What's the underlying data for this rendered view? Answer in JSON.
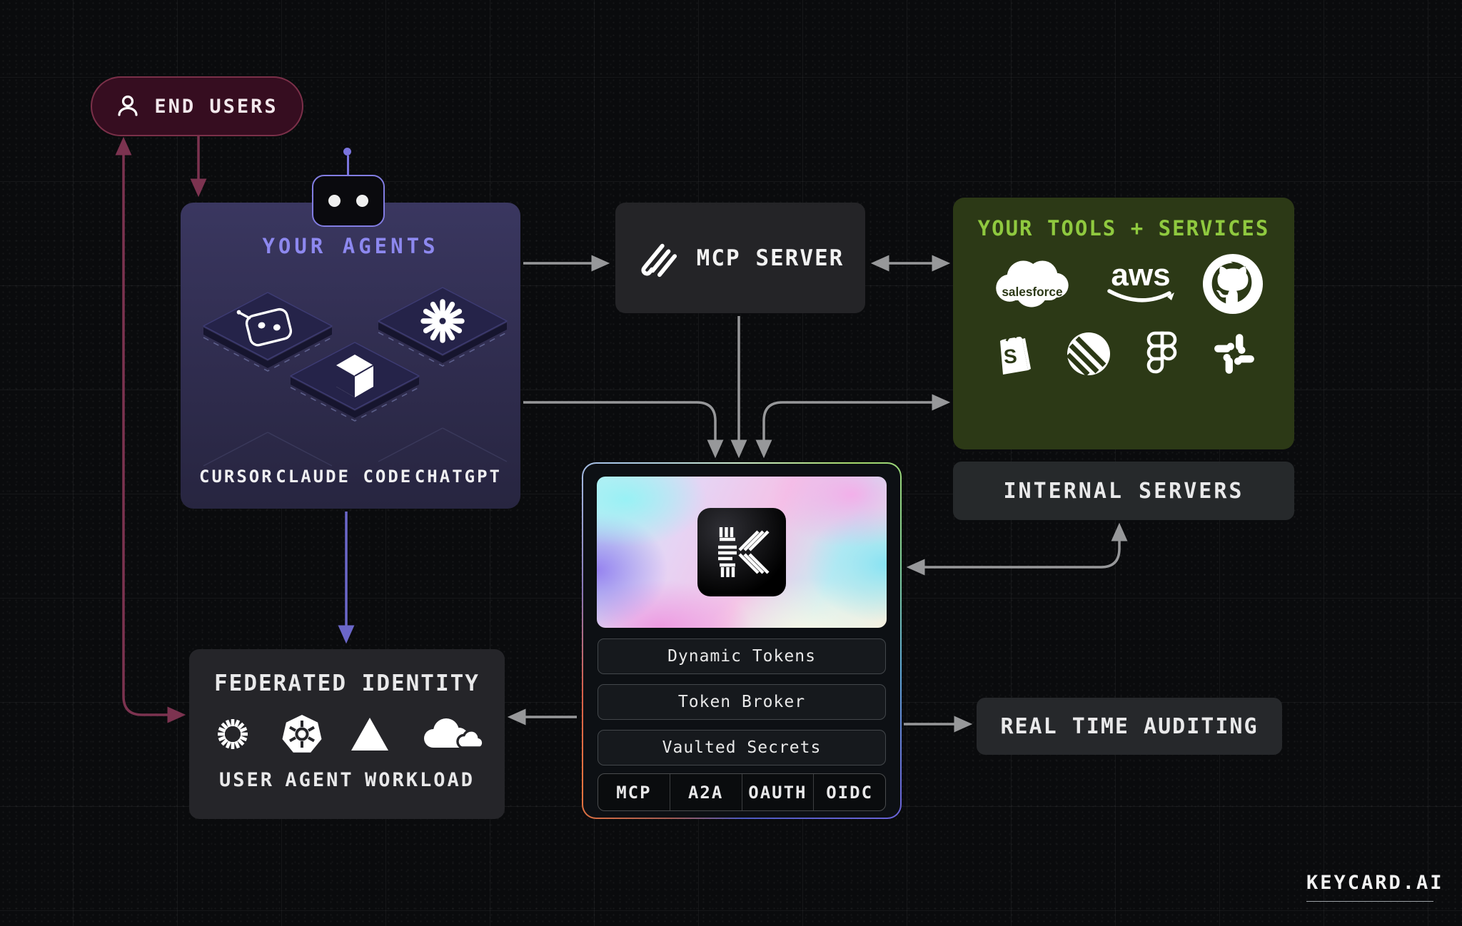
{
  "end_users": {
    "label": "END USERS",
    "icon": "person-icon"
  },
  "agents": {
    "title": "YOUR AGENTS",
    "items": [
      "CURSOR",
      "CLAUDE CODE",
      "CHATGPT"
    ],
    "tile_icons": [
      "copilot-robot-icon",
      "claude-starburst-icon",
      "cursor-cube-icon"
    ]
  },
  "mcp_server": {
    "label": "MCP SERVER",
    "icon": "mcp-logo-icon"
  },
  "tools": {
    "title": "YOUR TOOLS + SERVICES",
    "logos_row1": [
      "salesforce",
      "aws",
      "github"
    ],
    "logos_row2": [
      "shopify",
      "linear",
      "figma",
      "slack"
    ],
    "salesforce_text": "salesforce",
    "aws_text": "aws",
    "shopify_text": "S",
    "deco_icons": [
      "code-file",
      "wrench",
      "calendar",
      "database-bolt",
      "document",
      "bar-chart",
      "wrench",
      "database-bolt",
      "bar-chart",
      "wrench",
      "database-bolt"
    ]
  },
  "internal_servers": {
    "label": "INTERNAL SERVERS"
  },
  "keycard": {
    "features": [
      "Dynamic Tokens",
      "Token Broker",
      "Vaulted Secrets"
    ],
    "protocols": [
      "MCP",
      "A2A",
      "OAUTH",
      "OIDC"
    ],
    "chip_icon": "keycard-k-logo"
  },
  "federated_identity": {
    "title": "FEDERATED IDENTITY",
    "icons": [
      "okta",
      "kubernetes",
      "vercel",
      "cloudflare"
    ],
    "labels": [
      "USER",
      "AGENT",
      "WORKLOAD"
    ]
  },
  "auditing": {
    "label": "REAL TIME AUDITING"
  },
  "brand": {
    "label": "KEYCARD.AI"
  },
  "colors": {
    "background": "#0a0b0d",
    "maroon_accent": "#7c3350",
    "purple_accent": "#6b67c9",
    "gray_connector": "#97989a",
    "agents_purple": "#8d88ef",
    "tools_green": "#8fc93f"
  }
}
